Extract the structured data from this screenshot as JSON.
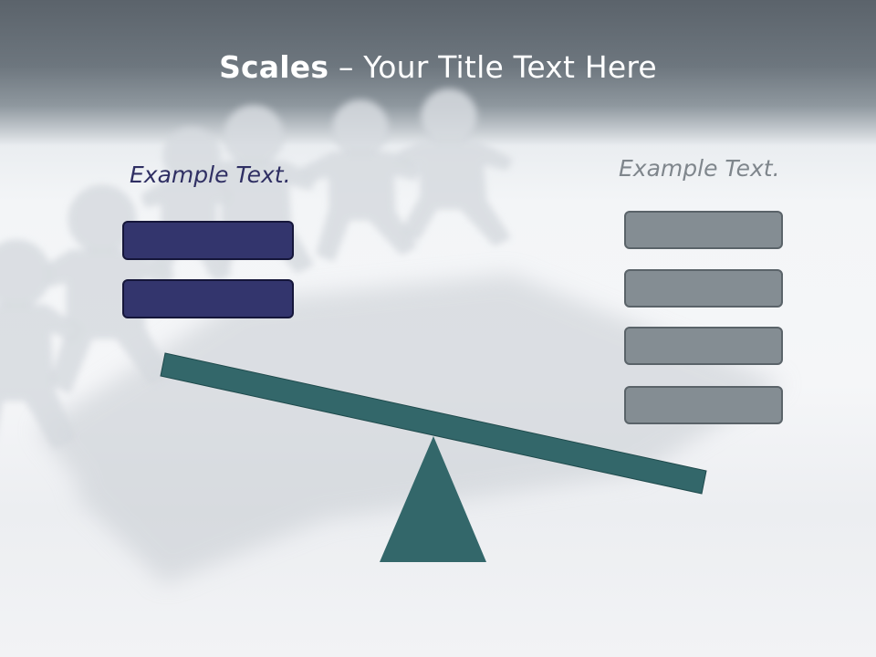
{
  "slide": {
    "title_bold": "Scales",
    "title_rest": " – Your Title Text Here",
    "left_label": "Example Text.",
    "right_label": "Example Text.",
    "left_box_count": 2,
    "right_box_count": 4
  },
  "colors": {
    "header": "#5b636b",
    "left_box_fill": "#33356d",
    "right_box_fill": "#848d93",
    "scale_fill": "#33676a"
  },
  "icons": {
    "background": "paper-chain-people",
    "scale": "seesaw-scale"
  }
}
